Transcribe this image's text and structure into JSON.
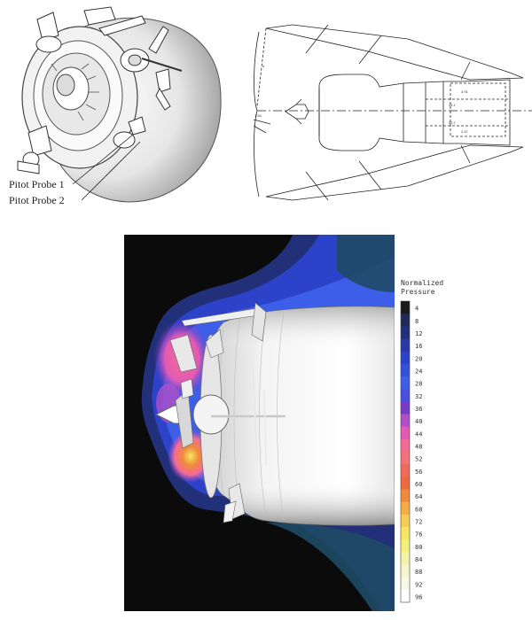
{
  "figure_a": {
    "labels": [
      "Pitot Probe 1",
      "Pitot Probe 2"
    ]
  },
  "figure_b": {
    "dimension_marks": [
      "α",
      "34.1",
      "56.7",
      "2.47",
      "1.54",
      "3.91"
    ]
  },
  "figure_c": {
    "legend_title": [
      "Normalized",
      "Pressure"
    ],
    "levels": [
      4,
      8,
      12,
      16,
      20,
      24,
      28,
      32,
      36,
      40,
      44,
      48,
      52,
      56,
      60,
      64,
      68,
      72,
      76,
      80,
      84,
      88,
      92,
      96
    ],
    "colors": [
      "#1a1a1a",
      "#1f2a55",
      "#22307a",
      "#2838a6",
      "#2c42c8",
      "#3350dc",
      "#3c5ee8",
      "#4a4fe0",
      "#7a3ac8",
      "#b04fc8",
      "#e25ab4",
      "#f46a96",
      "#f4707a",
      "#f06a5a",
      "#ee6a3e",
      "#f08a3a",
      "#f4ac44",
      "#f6cc52",
      "#f6e664",
      "#f4f07e",
      "#f4f4a8",
      "#f6f6cc",
      "#f8f8e6",
      "#ffffff"
    ]
  }
}
